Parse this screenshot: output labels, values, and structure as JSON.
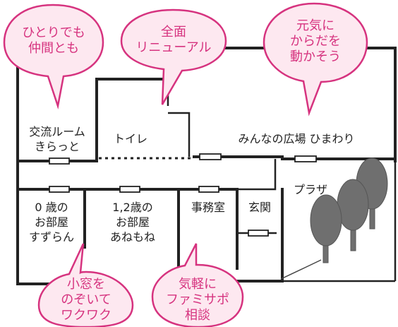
{
  "rooms": {
    "exchange": {
      "line1": "交流ルーム",
      "line2": "きらっと"
    },
    "toilet": {
      "label": "トイレ"
    },
    "hall": {
      "label": "みんなの広場 ひまわり"
    },
    "plaza": {
      "label": "プラザ"
    },
    "room0": {
      "line1": "0 歳の",
      "line2": "お部屋",
      "line3": "すずらん"
    },
    "room12": {
      "line1": "1,2歳の",
      "line2": "お部屋",
      "line3": "あねもね"
    },
    "office": {
      "label": "事務室"
    },
    "entrance": {
      "label": "玄関"
    }
  },
  "bubbles": {
    "friends": {
      "line1": "ひとりでも",
      "line2": "仲間とも"
    },
    "renewal": {
      "line1": "全面",
      "line2": "リニューアル"
    },
    "energy": {
      "line1": "元気に",
      "line2": "からだを",
      "line3": "動かそう"
    },
    "window": {
      "line1": "小窓を",
      "line2": "のぞいて",
      "line3": "ワクワク"
    },
    "consult": {
      "line1": "気軽に",
      "line2": "ファミサポ",
      "line3": "相談"
    }
  },
  "colors": {
    "bubble_stroke": "#d6337f",
    "bubble_fill": "#fde8f0",
    "wall": "#222222",
    "tree": "#6f6f6f"
  }
}
